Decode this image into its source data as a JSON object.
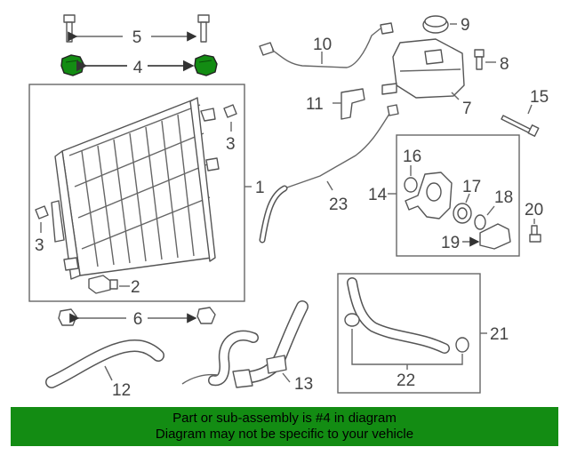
{
  "diagram": {
    "highlight_color": "#138c13",
    "callouts": {
      "c1": "1",
      "c2": "2",
      "c3a": "3",
      "c3b": "3",
      "c4": "4",
      "c5": "5",
      "c6": "6",
      "c7": "7",
      "c8": "8",
      "c9": "9",
      "c10": "10",
      "c11": "11",
      "c12": "12",
      "c13": "13",
      "c14": "14",
      "c15": "15",
      "c16": "16",
      "c17": "17",
      "c18": "18",
      "c19": "19",
      "c20": "20",
      "c21": "21",
      "c22": "22",
      "c23": "23"
    }
  },
  "banner": {
    "background": "#138c13",
    "line1": "Part or sub-assembly is #4 in diagram",
    "line2": "Diagram may not be specific to your vehicle"
  }
}
